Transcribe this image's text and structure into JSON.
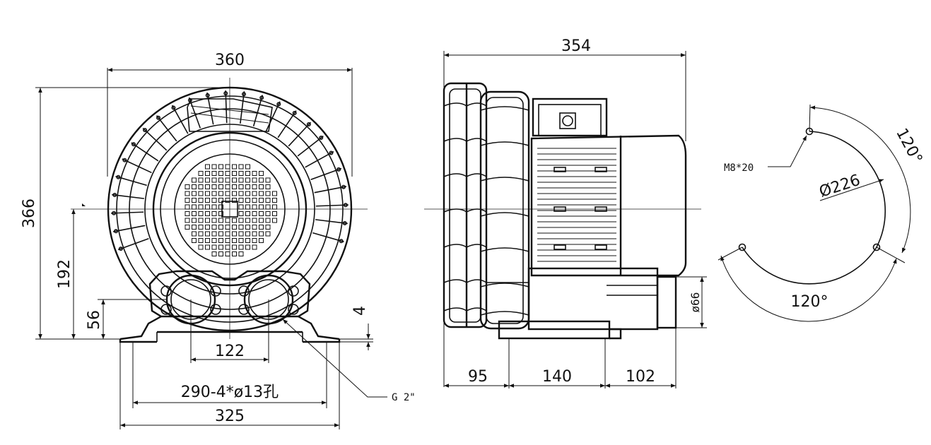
{
  "front_view": {
    "width_top": "360",
    "height_total": "366",
    "center_height": "192",
    "outlet_height": "56",
    "foot_thickness": "4",
    "port_spacing": "122",
    "bolt_spacing": "290-4*ø13孔",
    "base_width": "325",
    "port_thread": "G 2\""
  },
  "side_view": {
    "length_total": "354",
    "seg_front": "95",
    "seg_middle": "140",
    "seg_rear": "102",
    "port_diameter": "ø66"
  },
  "flange_view": {
    "bolt_size": "M8*20",
    "circle_diameter": "Ø226",
    "angle_right": "120°",
    "angle_bottom": "120°"
  },
  "colors": {
    "line": "#111111",
    "background": "#ffffff"
  }
}
